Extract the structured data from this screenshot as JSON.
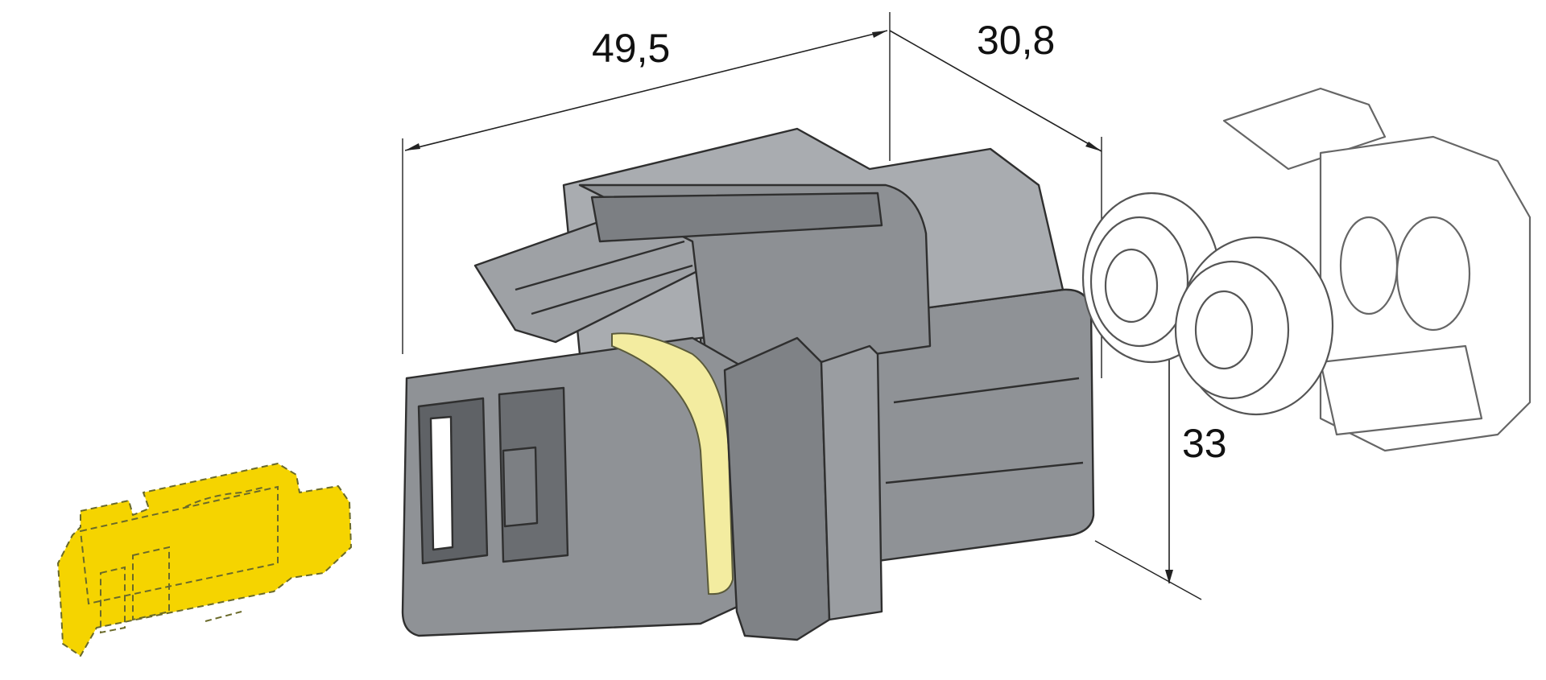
{
  "dimensions": {
    "length": "49,5",
    "width": "30,8",
    "height": "33"
  },
  "colors": {
    "housing": "#8f9296",
    "housing_dark": "#6e7175",
    "housing_light": "#a9acb0",
    "seal_ring": "#f3eca0",
    "terminal": "#f5d400",
    "line": "#222222"
  },
  "icons": {
    "terminal": "yellow-crimp-terminal-dashed",
    "connector": "grey-two-way-connector-housing",
    "seals": "exploded-wire-seals-and-cover"
  }
}
